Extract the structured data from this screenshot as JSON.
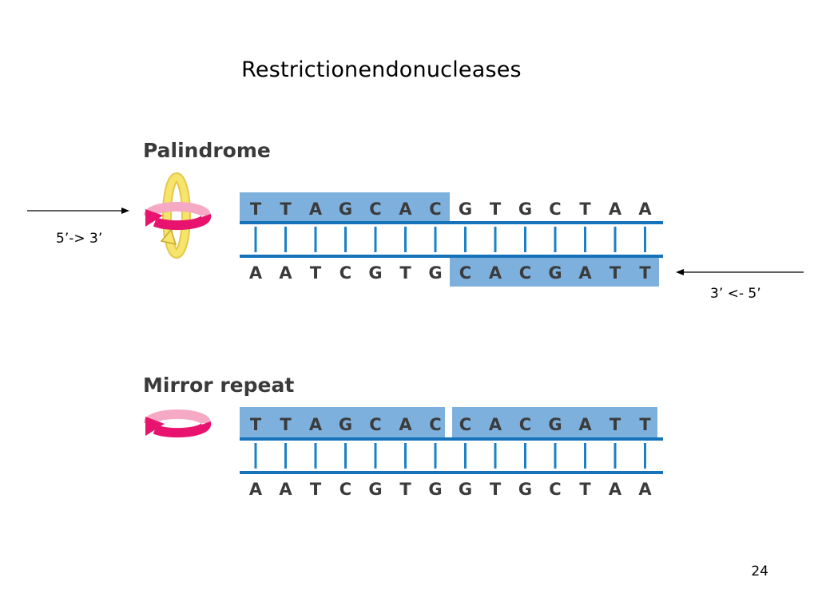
{
  "slide": {
    "title": "Restrictionendonucleases",
    "page_number": "24"
  },
  "palindrome": {
    "heading": "Palindrome",
    "top_strand": [
      "T",
      "T",
      "A",
      "G",
      "C",
      "A",
      "C",
      "G",
      "T",
      "G",
      "C",
      "T",
      "A",
      "A"
    ],
    "bottom_strand": [
      "A",
      "A",
      "T",
      "C",
      "G",
      "T",
      "G",
      "C",
      "A",
      "C",
      "G",
      "A",
      "T",
      "T"
    ],
    "left_arrow_label": "5’-> 3’",
    "right_arrow_label": "3’ <- 5’"
  },
  "mirror_repeat": {
    "heading": "Mirror repeat",
    "top_strand": [
      "T",
      "T",
      "A",
      "G",
      "C",
      "A",
      "C",
      "C",
      "A",
      "C",
      "G",
      "A",
      "T",
      "T"
    ],
    "bottom_strand": [
      "A",
      "A",
      "T",
      "C",
      "G",
      "T",
      "G",
      "G",
      "T",
      "G",
      "C",
      "T",
      "A",
      "A"
    ]
  },
  "colors": {
    "highlight_box": "#7eb0dd",
    "backbone": "#1673b9",
    "rung": "#1c80c6",
    "base_text": "#3b3b3b",
    "rotation_arrow_pink": "#e8136e",
    "rotation_arrow_pink_light": "#f5a9c4",
    "rotation_arrow_yellow": "#f7e46c"
  }
}
